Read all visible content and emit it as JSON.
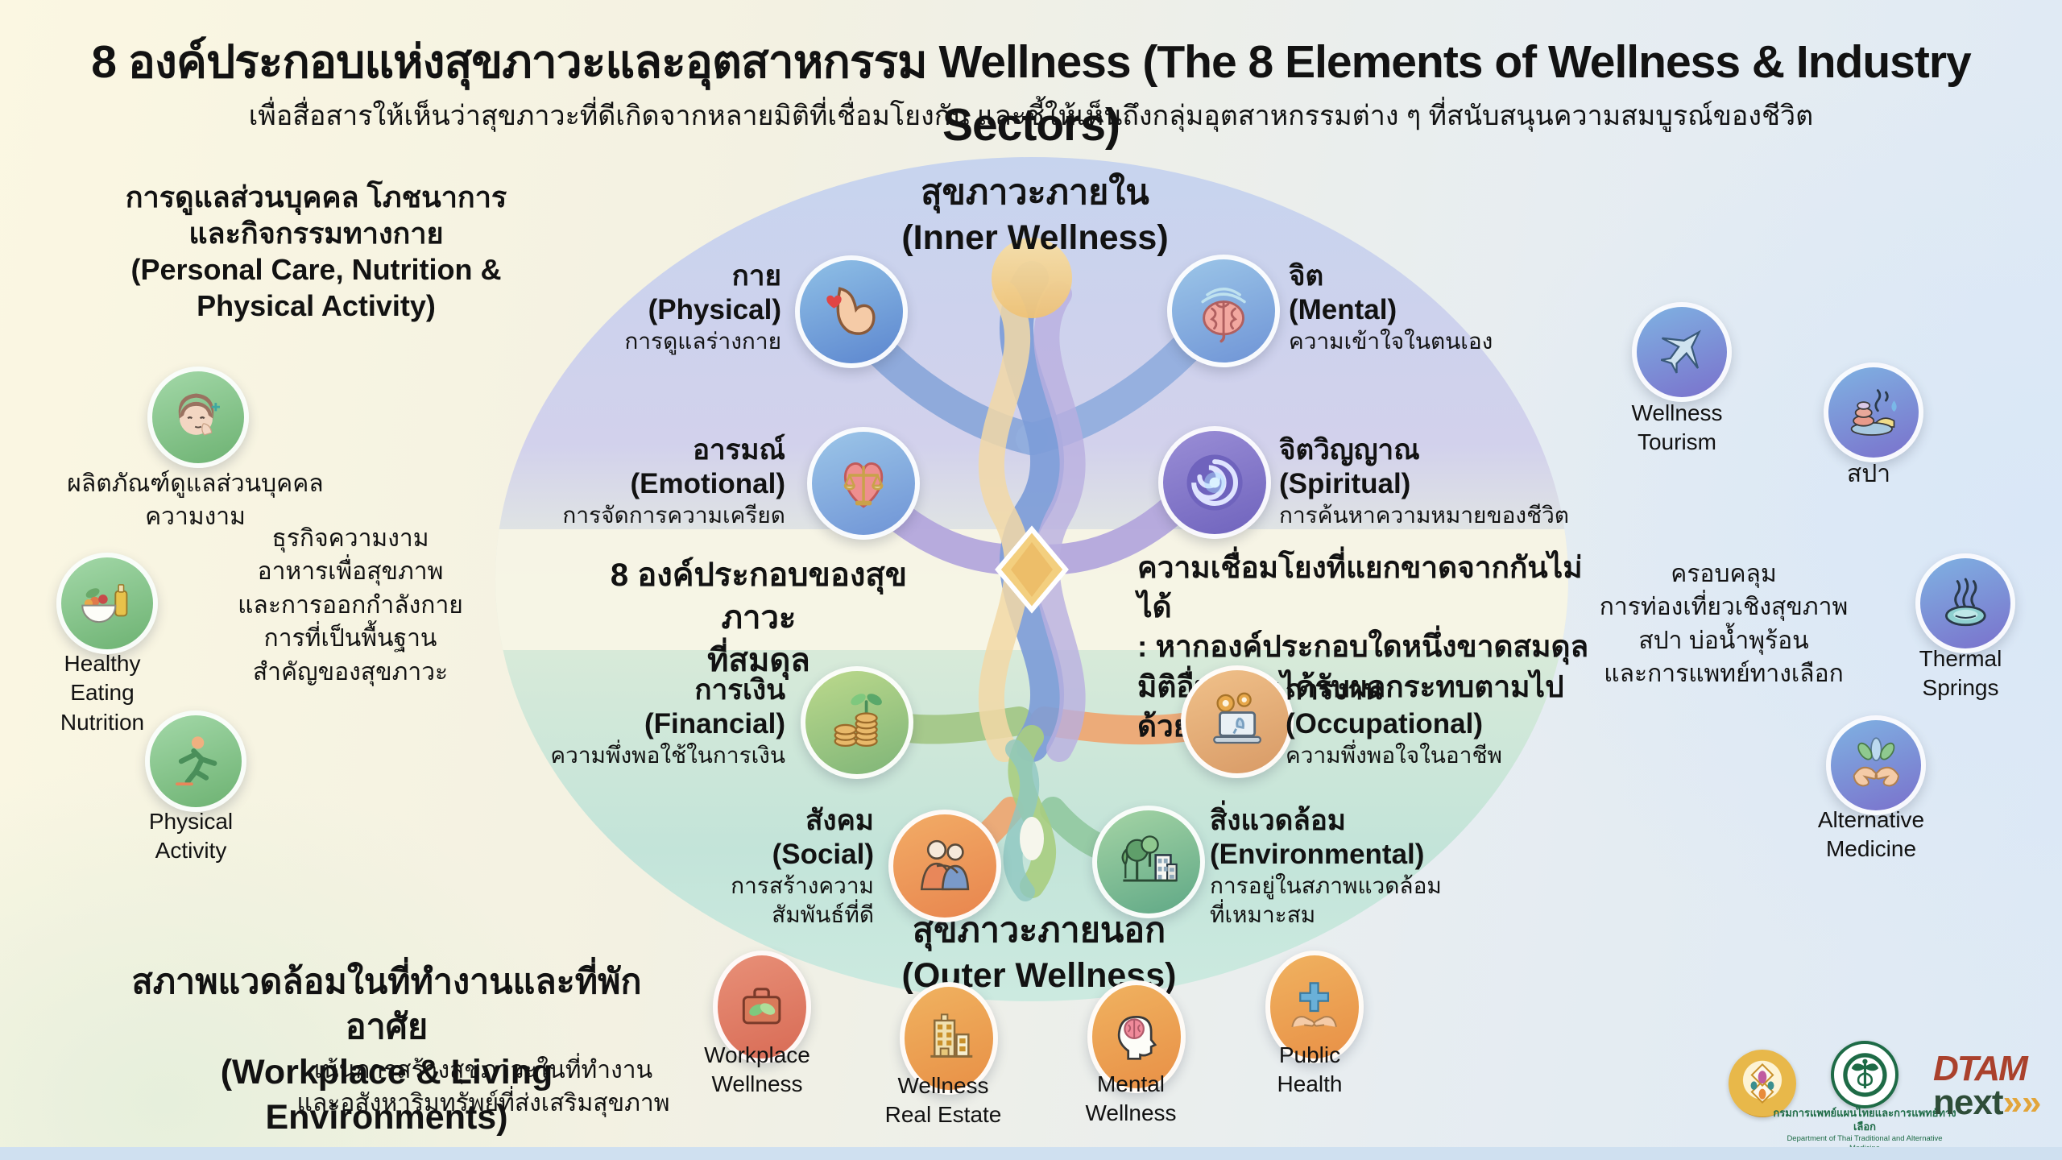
{
  "header": {
    "title": "8 องค์ประกอบแห่งสุขภาวะและอุตสาหกรรม Wellness (The 8 Elements of Wellness & Industry Sectors)",
    "subtitle": "เพื่อสื่อสารให้เห็นว่าสุขภาวะที่ดีเกิดจากหลายมิติที่เชื่อมโยงกัน และชี้ให้เห็นถึงกลุ่มอุตสาหกรรมต่าง ๆ ที่สนับสนุนความสมบูรณ์ของชีวิต"
  },
  "zones": {
    "inner_th": "สุขภาวะภายใน",
    "inner_en": "(Inner Wellness)",
    "outer_th": "สุขภาวะภายนอก",
    "outer_en": "(Outer Wellness)"
  },
  "center": {
    "balance1": "8 องค์ประกอบของสุขภาวะ",
    "balance2": "ที่สมดุล",
    "connect1": "ความเชื่อมโยงที่แยกขาดจากกันไม่ได้",
    "connect2": ": หากองค์ประกอบใดหนึ่งขาดสมดุล",
    "connect3": "มิติอื่น ๆ จะได้รับผลกระทบตามไปด้วย"
  },
  "elements": {
    "physical": {
      "th": "กาย",
      "en": "(Physical)",
      "desc": "การดูแลร่างกาย"
    },
    "mental": {
      "th": "จิต",
      "en": "(Mental)",
      "desc": "ความเข้าใจในตนเอง"
    },
    "emotional": {
      "th": "อารมณ์",
      "en": "(Emotional)",
      "desc": "การจัดการความเครียด"
    },
    "spiritual": {
      "th": "จิตวิญญาณ",
      "en": "(Spiritual)",
      "desc": "การค้นหาความหมายของชีวิต"
    },
    "financial": {
      "th": "การเงิน",
      "en": "(Financial)",
      "desc": "ความพึ่งพอใช้ในการเงิน"
    },
    "occupational": {
      "th": "การงาน",
      "en": "(Occupational)",
      "desc": "ความพึ่งพอใจในอาชีพ"
    },
    "social": {
      "th": "สังคม",
      "en": "(Social)",
      "desc1": "การสร้างความ",
      "desc2": "สัมพันธ์ที่ดี"
    },
    "environmental": {
      "th": "สิ่งแวดล้อม",
      "en": "(Environmental)",
      "desc1": "การอยู่ในสภาพแวดล้อม",
      "desc2": "ที่เหมาะสม"
    }
  },
  "left": {
    "heading1": "การดูแลส่วนบุคคล โภชนาการ",
    "heading2": "และกิจกรรมทางกาย",
    "heading3": "(Personal Care, Nutrition &",
    "heading4": "Physical Activity)",
    "personal_care1": "ผลิตภัณฑ์ดูแลส่วนบุคคล",
    "personal_care2": "ความงาม",
    "desc1": "ธุรกิจความงาม",
    "desc2": "อาหารเพื่อสุขภาพ",
    "desc3": "และการออกกำลังกาย",
    "desc4": "การที่เป็นพื้นฐาน",
    "desc5": "สำคัญของสุขภาวะ",
    "healthy1": "Healthy",
    "healthy2": "Eating",
    "healthy3": "Nutrition",
    "activity1": "Physical",
    "activity2": "Activity"
  },
  "bottom_left": {
    "heading_th": "สภาพแวดล้อมในที่ทำงานและที่พักอาศัย",
    "heading_en": "(Workplace & Living Environments)",
    "desc1": "เน้นการสร้างสุขภาวะในที่ทำงาน",
    "desc2": "และอสังหาริมทรัพย์ที่ส่งเสริมสุขภาพ"
  },
  "bottom_icons": {
    "workplace1": "Workplace",
    "workplace2": "Wellness",
    "realestate1": "Wellness",
    "realestate2": "Real Estate",
    "mentalw1": "Mental",
    "mentalw2": "Wellness",
    "public1": "Public",
    "public2": "Health"
  },
  "right": {
    "tourism1": "Wellness",
    "tourism2": "Tourism",
    "spa": "สปา",
    "desc1": "ครอบคลุม",
    "desc2": "การท่องเที่ยวเชิงสุขภาพ",
    "desc3": "สปา บ่อน้ำพุร้อน",
    "desc4": "และการแพทย์ทางเลือก",
    "thermal1": "Thermal",
    "thermal2": "Springs",
    "alt1": "Alternative",
    "alt2": "Medicine"
  },
  "footer": {
    "ministry_th": "กรมการแพทย์แผนไทยและการแพทย์ทางเลือก",
    "ministry_en": "Department of Thai Traditional and Alternative Medicine",
    "dtam": "DTAM",
    "next": "next",
    "chevrons": "»"
  },
  "colors": {
    "inner_zone": "#c7d4ee",
    "outer_zone": "#c3e4d9",
    "mid_band": "#f8f5e5",
    "blue_circle": "#5c86cf",
    "purple_circle": "#6f63bd",
    "green_circle": "#7fb578",
    "orange_circle": "#e8854e",
    "dtam_red": "#aa412c",
    "next_green": "#2e4d38",
    "chevron_gold": "#e2a53a"
  }
}
